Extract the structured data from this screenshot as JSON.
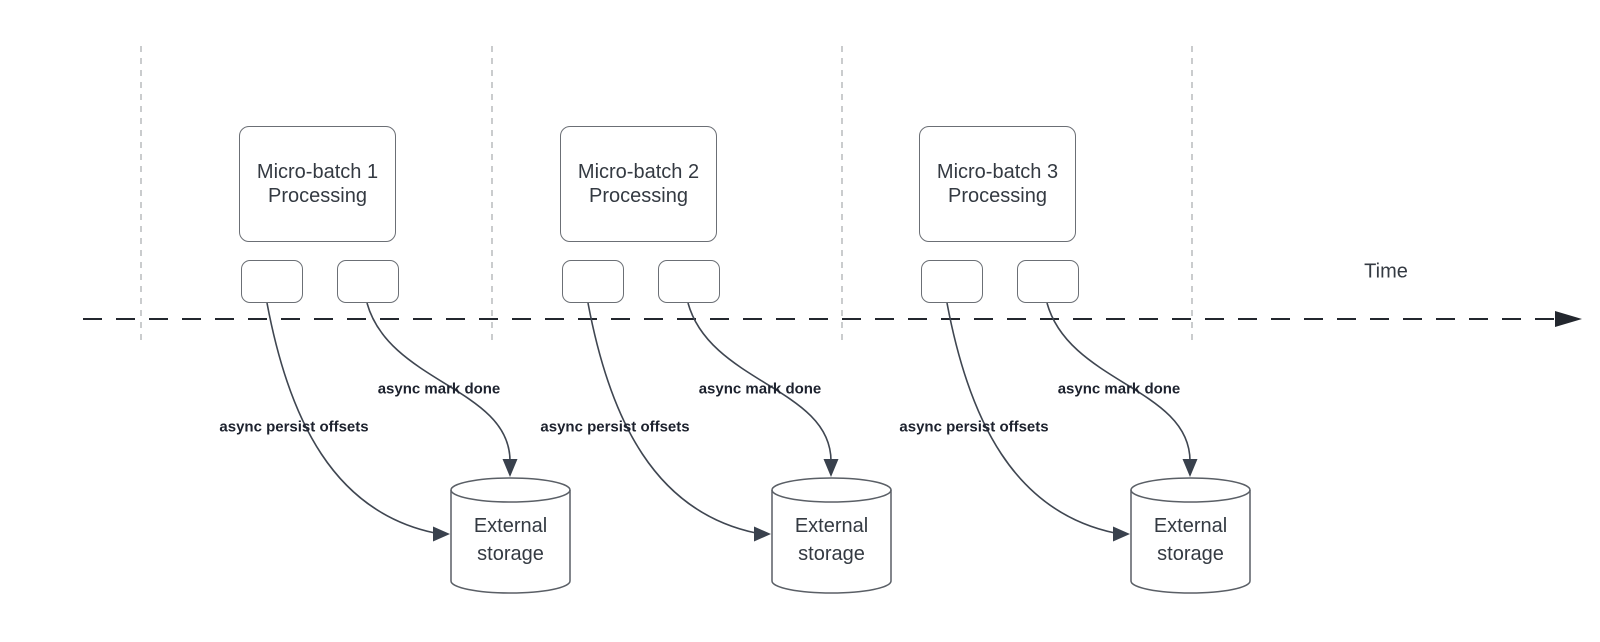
{
  "diagram": {
    "time_label": "Time",
    "batches": [
      {
        "name_line1": "Micro-batch 1",
        "name_line2": "Processing",
        "persist_label": "async persist offsets",
        "done_label": "async mark done",
        "storage_line1": "External",
        "storage_line2": "storage"
      },
      {
        "name_line1": "Micro-batch 2",
        "name_line2": "Processing",
        "persist_label": "async persist offsets",
        "done_label": "async mark done",
        "storage_line1": "External",
        "storage_line2": "storage"
      },
      {
        "name_line1": "Micro-batch 3",
        "name_line2": "Processing",
        "persist_label": "async persist offsets",
        "done_label": "async mark done",
        "storage_line1": "External",
        "storage_line2": "storage"
      }
    ],
    "colors": {
      "background": "#ffffff",
      "node_border": "#6b6f75",
      "node_text": "#343a42",
      "label_text": "#1d222e",
      "connector": "#3f4651",
      "arrowhead": "#39414d",
      "timeline": "#23272e",
      "gridline": "#b4b6b8"
    }
  }
}
